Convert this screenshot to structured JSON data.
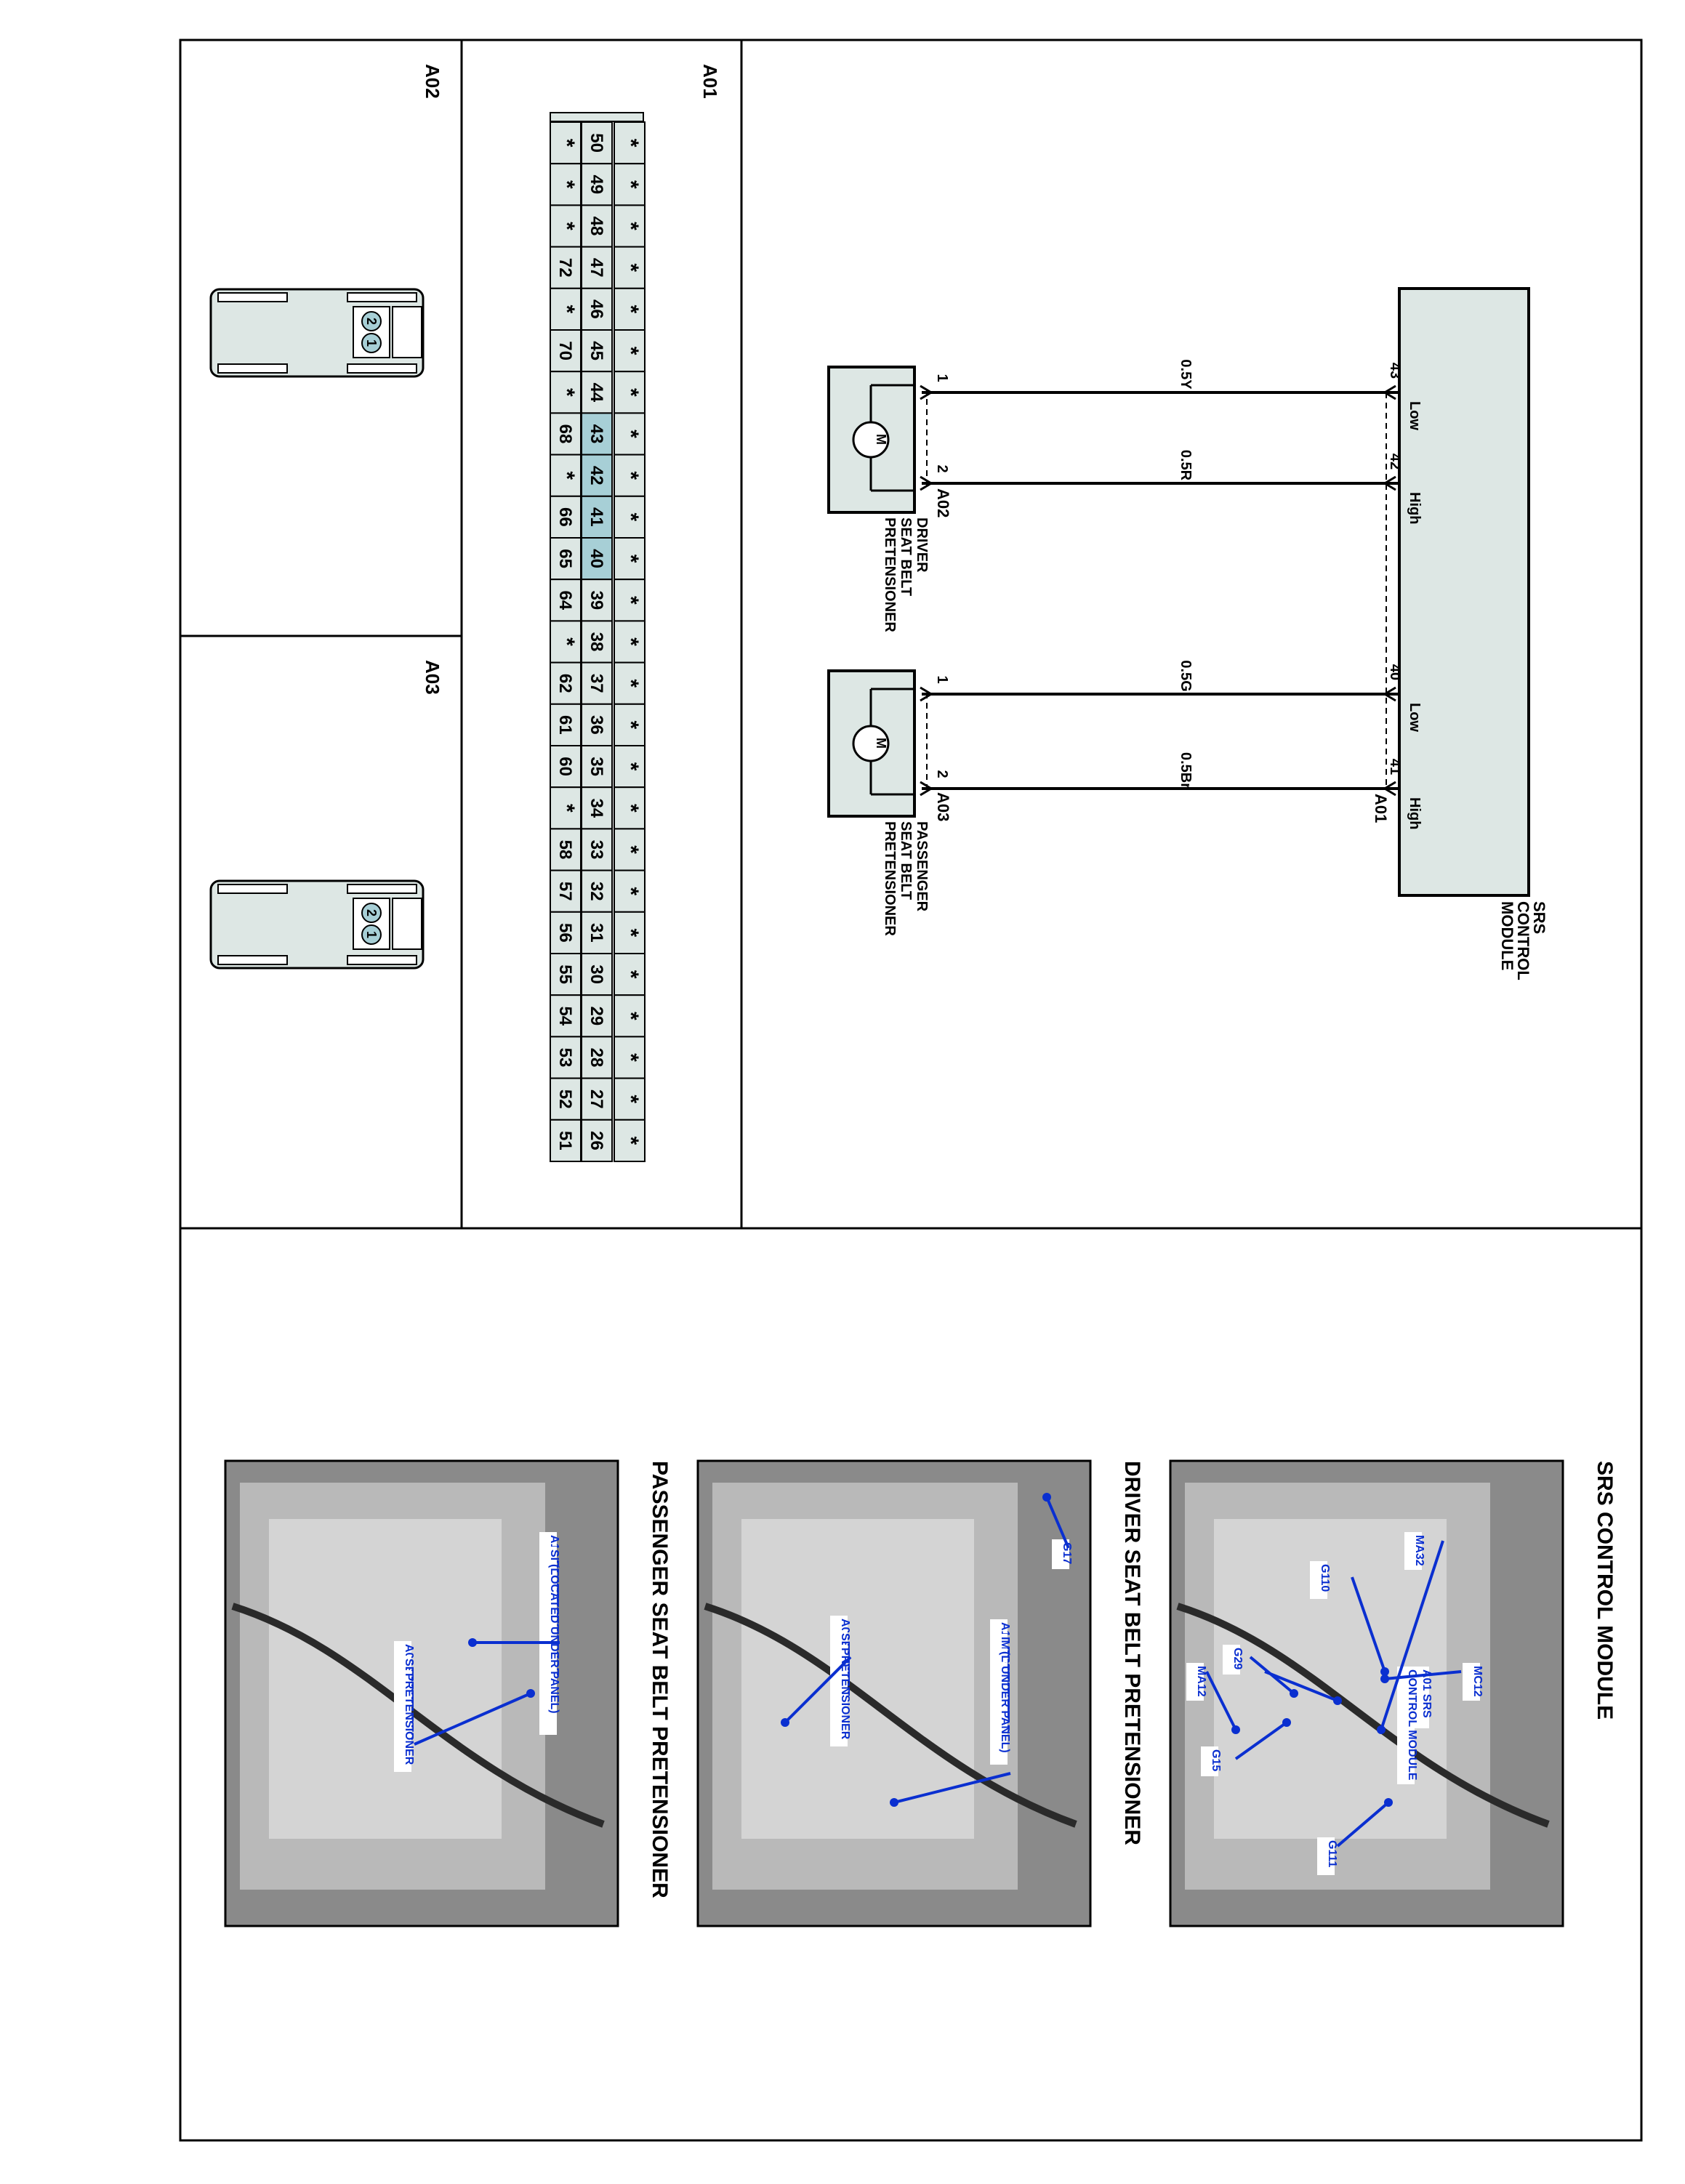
{
  "schematic": {
    "module": {
      "name": "SRS CONTROL MODULE",
      "connector": "A01"
    },
    "circuits": [
      {
        "pin": "43",
        "function": "Low",
        "wire": "0.5Y",
        "dest_pin": "1"
      },
      {
        "pin": "42",
        "function": "High",
        "wire": "0.5R",
        "dest_pin": "2"
      },
      {
        "pin": "40",
        "function": "Low",
        "wire": "0.5G",
        "dest_pin": "1"
      },
      {
        "pin": "41",
        "function": "High",
        "wire": "0.5Br",
        "dest_pin": "2"
      }
    ],
    "components": [
      {
        "connector": "A02",
        "name": "DRIVER SEAT BELT PRETENSIONER",
        "symbol": "M"
      },
      {
        "connector": "A03",
        "name": "PASSENGER SEAT BELT PRETENSIONER",
        "symbol": "M"
      }
    ]
  },
  "connector_a01": {
    "label": "A01",
    "rows": [
      [
        "*",
        "*",
        "*",
        "*",
        "*",
        "*",
        "*",
        "*",
        "*",
        "*",
        "*",
        "*",
        "*",
        "*",
        "*",
        "*",
        "*",
        "*",
        "*",
        "*",
        "*",
        "*",
        "*",
        "*",
        "*"
      ],
      [
        "50",
        "49",
        "48",
        "47",
        "46",
        "45",
        "44",
        "43",
        "42",
        "41",
        "40",
        "39",
        "38",
        "37",
        "36",
        "35",
        "34",
        "33",
        "32",
        "31",
        "30",
        "29",
        "28",
        "27",
        "26"
      ],
      [
        "*",
        "*",
        "*",
        "72",
        "*",
        "70",
        "*",
        "68",
        "*",
        "66",
        "65",
        "64",
        "*",
        "62",
        "61",
        "60",
        "*",
        "58",
        "57",
        "56",
        "55",
        "54",
        "53",
        "52",
        "51"
      ]
    ],
    "highlighted": [
      "43",
      "42",
      "41",
      "40"
    ]
  },
  "connector_a02": {
    "label": "A02",
    "pins": [
      "2",
      "1"
    ]
  },
  "connector_a03": {
    "label": "A03",
    "pins": [
      "2",
      "1"
    ]
  },
  "photos": [
    {
      "title": "SRS CONTROL MODULE",
      "callouts": [
        "MA32",
        "G110",
        "MC12",
        "G29",
        "A01 SRS",
        "CONTROL MODULE",
        "MA12",
        "G15",
        "G111"
      ]
    },
    {
      "title": "DRIVER SEAT BELT PRETENSIONER",
      "callouts": [
        "G17",
        "A17 DRIVER SIDE",
        "IMPACT SENSOR",
        "(LOCATED",
        "UNDER PANEL)",
        "A02 DRIVER",
        "SEAT BELT",
        "PRETENSIONER"
      ]
    },
    {
      "title": "PASSENGER SEAT BELT PRETENSIONER",
      "callouts": [
        "A16 PASSENGER",
        "SIDE IMPACT SENSOR",
        "(LOCATED UNDER PANEL)",
        "A03 PASSENGER",
        "SEAT BELT",
        "PRETENSIONER"
      ]
    }
  ],
  "colors": {
    "module_fill": "#dde7e4",
    "pin_highlight": "#a7cfd6",
    "callout_blue": "#0a2fd0",
    "border": "#000000"
  }
}
